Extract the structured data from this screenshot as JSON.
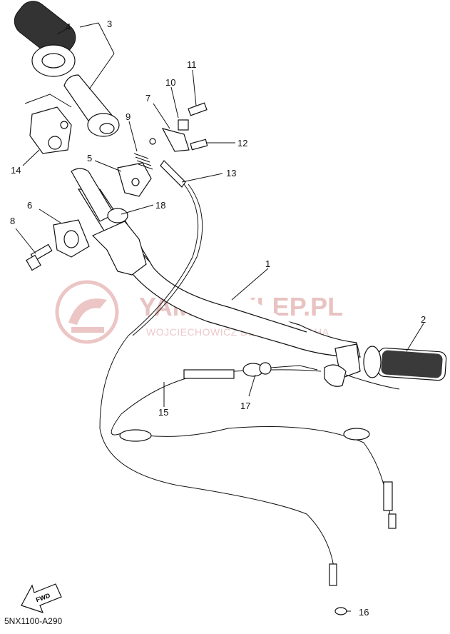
{
  "watermark": {
    "title": "YAMA-SKLEP.PL",
    "subtitle": "WOJCIECHOWICZ DEALER YAMAHA"
  },
  "diagram_code": "5NX1100-A290",
  "fwd_label": "FWD",
  "callouts": [
    "1",
    "2",
    "3",
    "4",
    "5",
    "6",
    "7",
    "8",
    "9",
    "10",
    "11",
    "12",
    "13",
    "14",
    "15",
    "16",
    "17",
    "18"
  ]
}
